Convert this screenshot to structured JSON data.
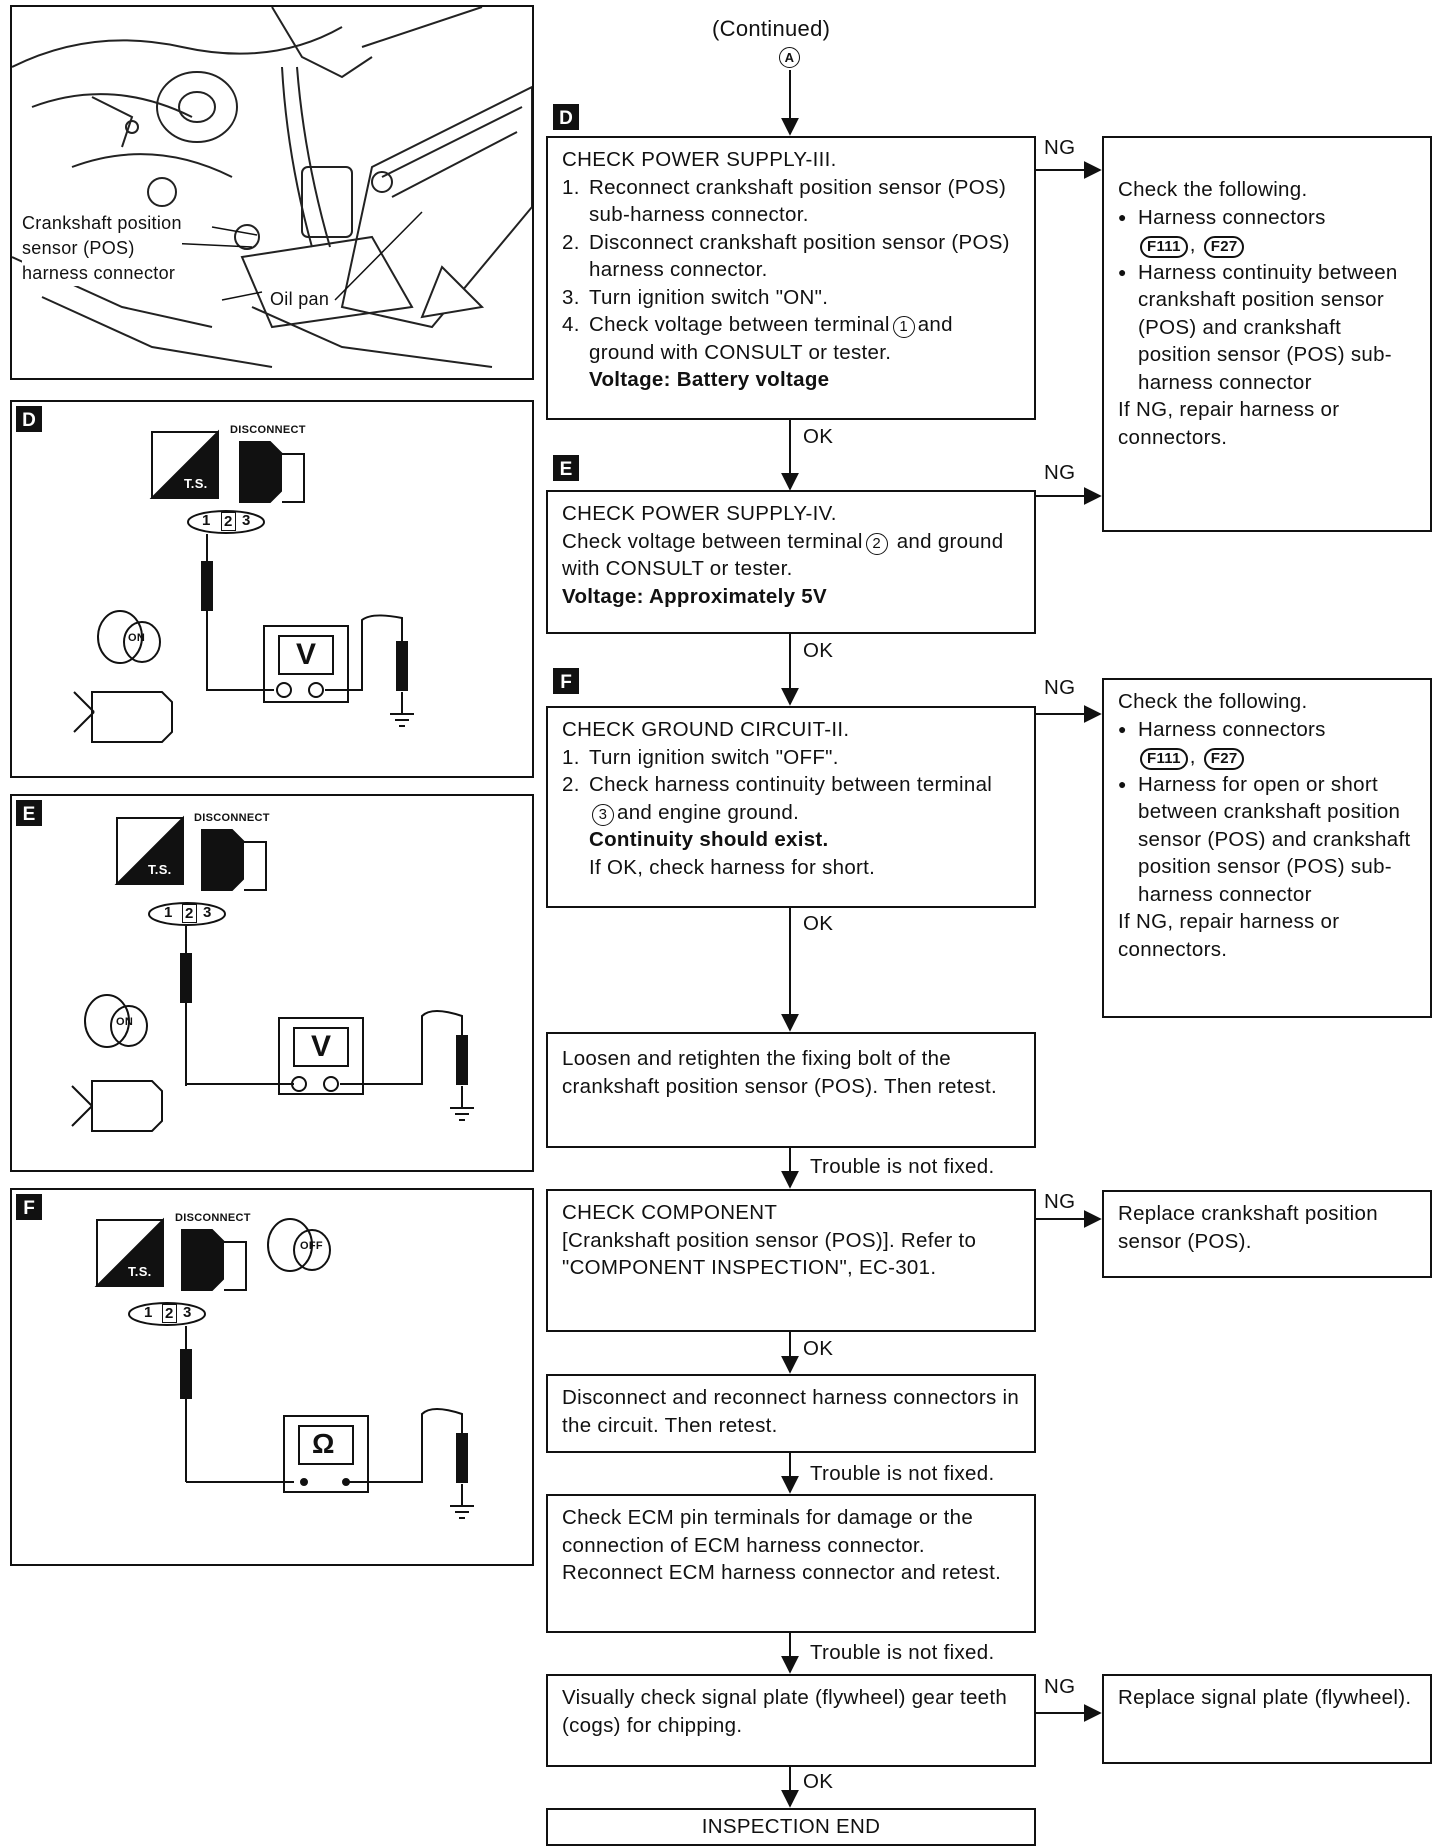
{
  "continued": {
    "text": "(Continued)",
    "marker": "A"
  },
  "engine_photo": {
    "crankshaft_label": "Crankshaft position sensor (POS) harness connector",
    "crankshaft_lines": [
      "Crankshaft position",
      "sensor (POS)",
      "harness connector"
    ],
    "oil_pan": "Oil pan"
  },
  "panels": [
    {
      "letter": "D",
      "disconnect": "DISCONNECT",
      "ts": "T.S.",
      "meter": "V",
      "key": "ON",
      "pins": [
        "1",
        "2",
        "3"
      ]
    },
    {
      "letter": "E",
      "disconnect": "DISCONNECT",
      "ts": "T.S.",
      "meter": "V",
      "key": "ON",
      "pins": [
        "1",
        "2",
        "3"
      ]
    },
    {
      "letter": "F",
      "disconnect": "DISCONNECT",
      "ts": "T.S.",
      "meter": "Ω",
      "key": "OFF",
      "pins": [
        "1",
        "2",
        "3"
      ]
    }
  ],
  "flow": {
    "step_d": {
      "letter": "D",
      "title": "CHECK POWER SUPPLY-III.",
      "items": [
        {
          "n": "1.",
          "text": "Reconnect crankshaft position sensor (POS) sub-harness connector."
        },
        {
          "n": "2.",
          "text": "Disconnect crankshaft position sensor (POS) harness connector."
        },
        {
          "n": "3.",
          "text": "Turn ignition switch \"ON\"."
        },
        {
          "n": "4.",
          "text_a": "Check voltage between terminal",
          "terminal": "1",
          "text_b": "and ground with CONSULT or tester."
        }
      ],
      "spec": "Voltage: Battery voltage"
    },
    "step_e": {
      "letter": "E",
      "title": "CHECK POWER SUPPLY-IV.",
      "text_a": "Check voltage between terminal",
      "terminal": "2",
      "text_b": "and ground with CONSULT or tester.",
      "spec": "Voltage: Approximately 5V"
    },
    "step_f": {
      "letter": "F",
      "title": "CHECK GROUND CIRCUIT-II.",
      "items": [
        {
          "n": "1.",
          "text": "Turn ignition switch \"OFF\"."
        },
        {
          "n": "2.",
          "text_a": "Check harness continuity between terminal",
          "terminal": "3",
          "text_b": "and engine ground."
        }
      ],
      "spec": "Continuity should exist.",
      "note": "If OK, check harness for short."
    },
    "retighten": "Loosen and retighten the fixing bolt of the crankshaft position sensor (POS). Then retest.",
    "component": {
      "title": "CHECK COMPONENT",
      "text": "[Crankshaft position sensor (POS)]. Refer to \"COMPONENT INSPECTION\", EC-301."
    },
    "reconnect": "Disconnect and reconnect harness connectors in the circuit. Then retest.",
    "ecm": "Check ECM pin terminals for damage or the connection of ECM harness connector. Reconnect ECM harness connector and retest.",
    "visual": "Visually check signal plate (flywheel) gear teeth (cogs) for chipping.",
    "end": "INSPECTION END",
    "ng_box_1": {
      "title": "Check the following.",
      "bullet1": "Harness connectors",
      "connectors": [
        "F111",
        "F27"
      ],
      "bullet2": "Harness continuity between crankshaft position sensor (POS) and crankshaft position sensor (POS) sub-harness connector",
      "footer": "If NG, repair harness or connectors."
    },
    "ng_box_2": {
      "title": "Check the following.",
      "bullet1": "Harness connectors",
      "connectors": [
        "F111",
        "F27"
      ],
      "bullet2": "Harness for open or short between crankshaft position sensor (POS) and crankshaft position sensor (POS) sub-harness connector",
      "footer": "If NG, repair harness or connectors."
    },
    "replace_sensor": "Replace crankshaft position sensor (POS).",
    "replace_plate": "Replace signal plate (flywheel).",
    "labels": {
      "ok": "OK",
      "ng": "NG",
      "not_fixed": "Trouble is not fixed."
    }
  }
}
